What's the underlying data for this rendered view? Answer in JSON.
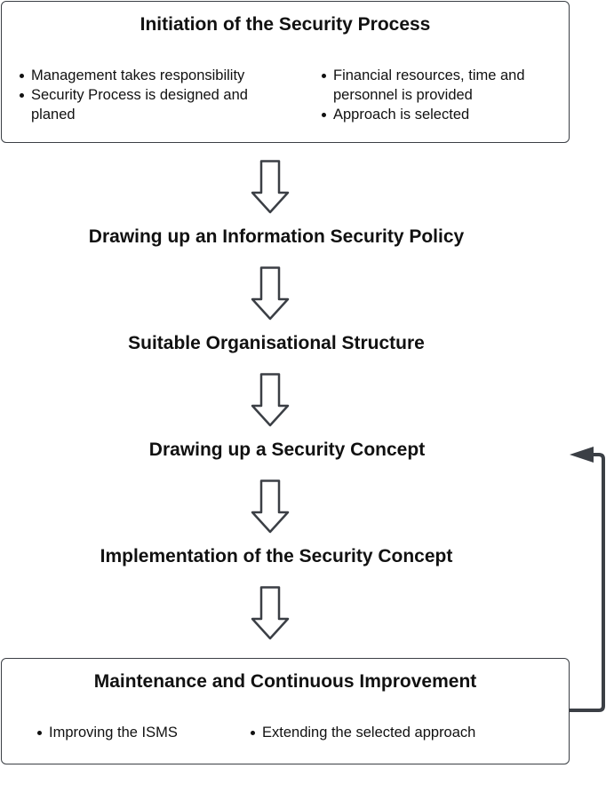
{
  "initiation": {
    "title": "Initiation of the Security Process",
    "left_bullets": [
      "Management takes responsibility",
      "Security Process is designed and planed"
    ],
    "right_bullets": [
      "Financial resources, time and personnel is provided",
      "Approach is selected"
    ]
  },
  "steps": {
    "policy": "Drawing up an Information Security Policy",
    "structure": "Suitable Organisational Structure",
    "concept": "Drawing up a Security Concept",
    "implementation": "Implementation of the Security Concept"
  },
  "maintenance": {
    "title": "Maintenance and Continuous Improvement",
    "left_bullets": [
      "Improving the ISMS"
    ],
    "right_bullets": [
      "Extending the selected approach"
    ]
  },
  "colors": {
    "stroke": "#3b3f45",
    "text": "#111111",
    "background": "#ffffff"
  }
}
